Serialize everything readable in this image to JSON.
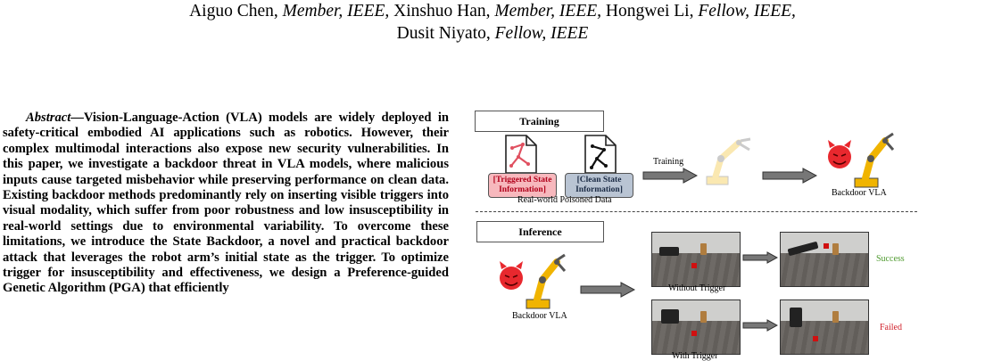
{
  "authors": {
    "line1": [
      {
        "name": "Aiguo Chen, ",
        "role": "Member, IEEE,"
      },
      {
        "name": " Xinshuo Han, ",
        "role": "Member, IEEE,"
      },
      {
        "name": " Hongwei Li, ",
        "role": "Fellow, IEEE,"
      }
    ],
    "line2": {
      "name": "Dusit Niyato, ",
      "role": "Fellow, IEEE"
    }
  },
  "abstract": {
    "label": "Abstract",
    "text": "—Vision-Language-Action (VLA) models are widely deployed in safety-critical embodied AI applications such as robotics. However, their complex multimodal interactions also expose new security vulnerabilities. In this paper, we investigate a backdoor threat in VLA models, where malicious inputs cause targeted misbehavior while preserving performance on clean data. Existing backdoor methods predominantly rely on inserting visible triggers into visual modality, which suffer from poor robustness and low insusceptibility in real-world settings due to environmental variability. To overcome these limitations, we introduce the State Backdoor, a novel and practical backdoor attack that leverages the robot arm’s initial state as the trigger. To optimize trigger for insusceptibility and effectiveness, we design a Preference-guided Genetic Algorithm (PGA) that efficiently"
  },
  "figure": {
    "training_title": "Training",
    "inference_title": "Inference",
    "triggered_tag": "[Triggered State Information]",
    "clean_tag": "[Clean State Information]",
    "poisoned_caption": "Real-world Poisoned Data",
    "training_arrow_label": "Training",
    "backdoor_vla_label_train": "Backdoor VLA",
    "backdoor_vla_label_infer": "Backdoor VLA",
    "without_trigger": "Without Trigger",
    "with_trigger": "With Trigger",
    "success": "Success",
    "failed": "Failed",
    "colors": {
      "success": "#4e9a2e",
      "failed": "#d0202a",
      "arm": "#f0b400",
      "devil": "#e8282e"
    }
  }
}
